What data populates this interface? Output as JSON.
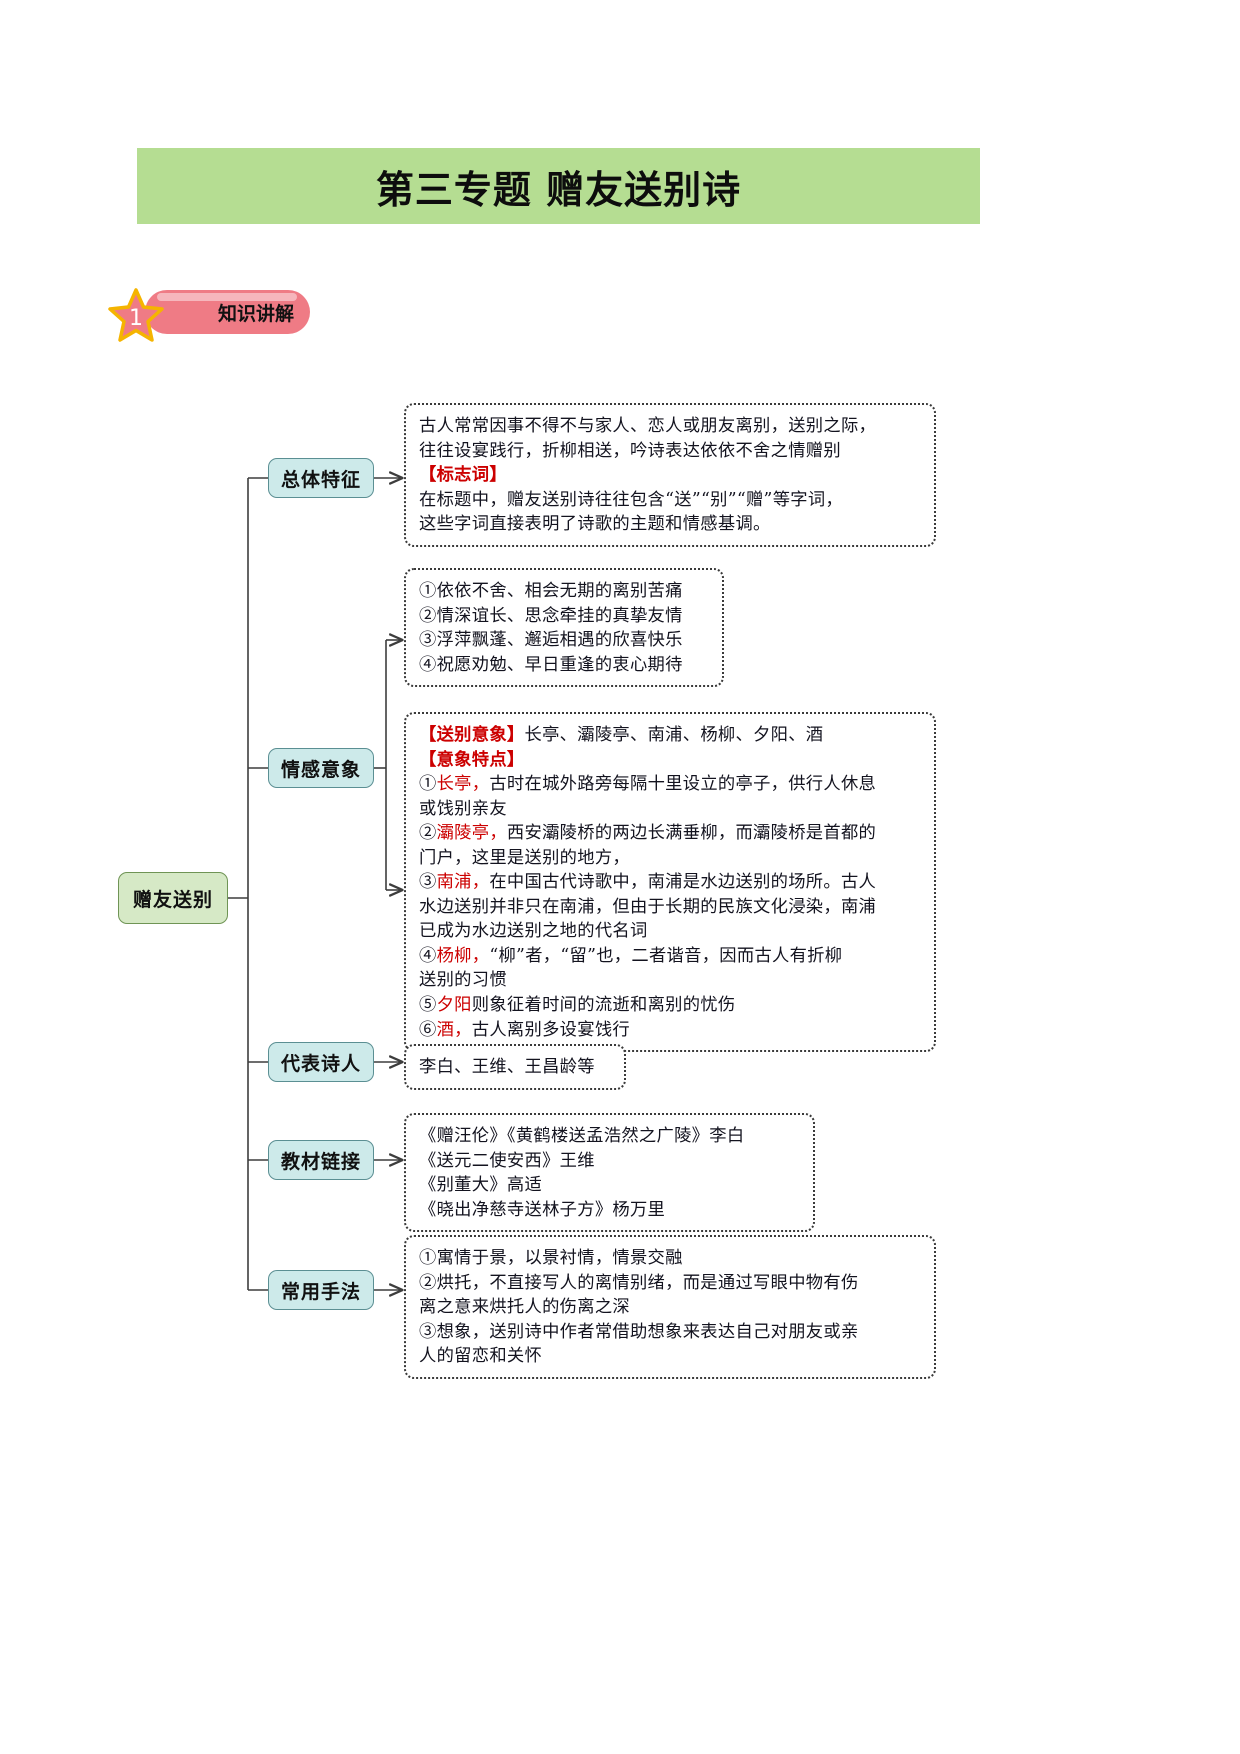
{
  "header": {
    "title": "第三专题  赠友送别诗",
    "banner_color": "#b5dd92"
  },
  "badge": {
    "number": "1",
    "label": "知识讲解",
    "pill_color": "#ef7b85",
    "star_color": "#f5b400"
  },
  "mindmap": {
    "root": "赠友送别",
    "accent_red": "#cc0000",
    "node_fill": "#cdeaea",
    "branches": [
      {
        "label": "总体特征"
      },
      {
        "label": "情感意象"
      },
      {
        "label": "代表诗人"
      },
      {
        "label": "教材链接"
      },
      {
        "label": "常用手法"
      }
    ],
    "boxes": {
      "overall": {
        "lines": [
          "古人常常因事不得不与家人、恋人或朋友离别，送别之际，",
          "往往设宴践行，折柳相送，吟诗表达依依不舍之情赠别"
        ],
        "tag": "【标志词】",
        "tag_body": [
          "在标题中，赠友送别诗往往包含“送”“别”“赠”等字词，",
          "这些字词直接表明了诗歌的主题和情感基调。"
        ]
      },
      "emotions": {
        "items": [
          "①依依不舍、相会无期的离别苦痛",
          "②情深谊长、思念牵挂的真挚友情",
          "③浮萍飘蓬、邂逅相遇的欣喜快乐",
          "④祝愿劝勉、早日重逢的衷心期待"
        ]
      },
      "imagery": {
        "tag1": "【送别意象】",
        "tag1_body": "长亭、灞陵亭、南浦、杨柳、夕阳、酒",
        "tag2": "【意象特点】",
        "entries": [
          {
            "num": "①",
            "key": "长亭，",
            "body": "古时在城外路旁每隔十里设立的亭子，供行人休息",
            "cont": [
              "或饯别亲友"
            ]
          },
          {
            "num": "②",
            "key": "灞陵亭，",
            "body": "西安灞陵桥的两边长满垂柳，而灞陵桥是首都的",
            "cont": [
              "门户，这里是送别的地方，"
            ]
          },
          {
            "num": "③",
            "key": "南浦，",
            "body": "在中国古代诗歌中，南浦是水边送别的场所。古人",
            "cont": [
              "水边送别并非只在南浦，但由于长期的民族文化浸染，南浦",
              "已成为水边送别之地的代名词"
            ]
          },
          {
            "num": "④",
            "key": "杨柳，",
            "body": "“柳”者，“留”也，二者谐音，因而古人有折柳",
            "cont": [
              "送别的习惯"
            ]
          },
          {
            "num": "⑤",
            "key": "夕阳",
            "body": "则象征着时间的流逝和离别的忧伤",
            "cont": []
          },
          {
            "num": "⑥",
            "key": "酒，",
            "body": "古人离别多设宴饯行",
            "cont": []
          }
        ]
      },
      "poets": {
        "text": "李白、王维、王昌龄等"
      },
      "textbook": {
        "lines": [
          "《赠汪伦》《黄鹤楼送孟浩然之广陵》李白",
          "《送元二使安西》王维",
          "《别董大》高适",
          "《晓出净慈寺送林子方》杨万里"
        ]
      },
      "techniques": {
        "lines": [
          "①寓情于景，以景衬情，情景交融",
          "②烘托，不直接写人的离情别绪，而是通过写眼中物有伤",
          "离之意来烘托人的伤离之深",
          "③想象，送别诗中作者常借助想象来表达自己对朋友或亲",
          "人的留恋和关怀"
        ]
      }
    }
  }
}
